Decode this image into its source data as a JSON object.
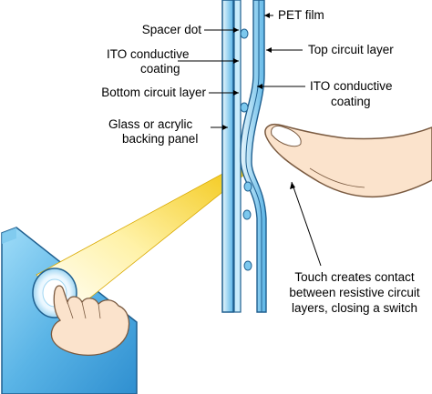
{
  "labels": {
    "spacer_dot": "Spacer dot",
    "ito_left_1": "ITO conductive",
    "ito_left_2": "coating",
    "bottom_circuit": "Bottom circuit layer",
    "glass_1": "Glass or acrylic",
    "glass_2": "backing panel",
    "pet_film": "PET film",
    "top_circuit": "Top circuit layer",
    "ito_right_1": "ITO conductive",
    "ito_right_2": "coating",
    "touch_1": "Touch creates contact",
    "touch_2": "between resistive circuit",
    "touch_3": "layers, closing a switch"
  },
  "colors": {
    "panel_blue": "#5ab4e6",
    "layer_outline": "#1f5f8f",
    "beam_yellow": "#f2c40a",
    "skin": "#fbe3cc",
    "skin_outline": "#7a5a40"
  }
}
